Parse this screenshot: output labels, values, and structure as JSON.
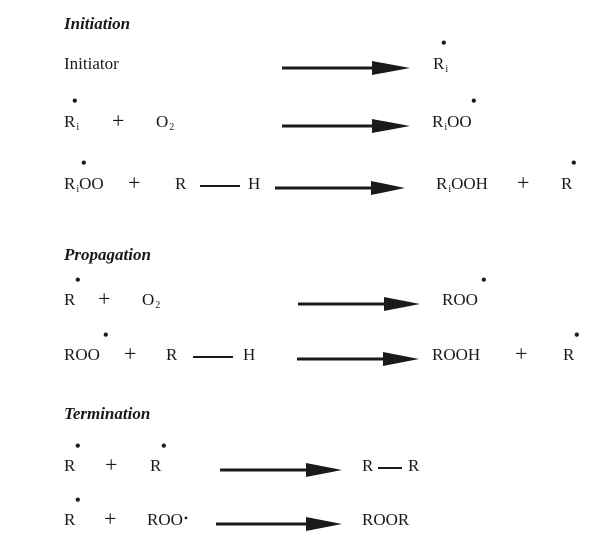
{
  "sections": {
    "initiation": {
      "title": "Initiation",
      "r1": {
        "initiator": "Initiator",
        "product_R": "R",
        "product_sub": "i"
      },
      "r2": {
        "R": "R",
        "R_sub": "i",
        "plus": "+",
        "O": "O",
        "O_sub": "2",
        "prod_R": "R",
        "prod_sub": "i",
        "prod_tail": "OO"
      },
      "r3": {
        "R": "R",
        "R_sub": "i",
        "tail": "OO",
        "plus": "+",
        "rh_R": "R",
        "rh_H": "H",
        "prod_R": "R",
        "prod_sub": "i",
        "prod_tail": "OOH",
        "plus2": "+",
        "prod2": "R"
      }
    },
    "propagation": {
      "title": "Propagation",
      "r1": {
        "R": "R",
        "plus": "+",
        "O": "O",
        "O_sub": "2",
        "product": "ROO"
      },
      "r2": {
        "reactant": "ROO",
        "plus": "+",
        "rh_R": "R",
        "rh_H": "H",
        "product": "ROOH",
        "plus2": "+",
        "prod2": "R"
      }
    },
    "termination": {
      "title": "Termination",
      "r1": {
        "R1": "R",
        "plus": "+",
        "R2": "R",
        "prod_left": "R",
        "prod_right": "R"
      },
      "r2": {
        "R": "R",
        "plus": "+",
        "reactant2": "ROO",
        "radical_mark": "•",
        "product": "ROOR"
      }
    }
  },
  "radical_dot": "•"
}
